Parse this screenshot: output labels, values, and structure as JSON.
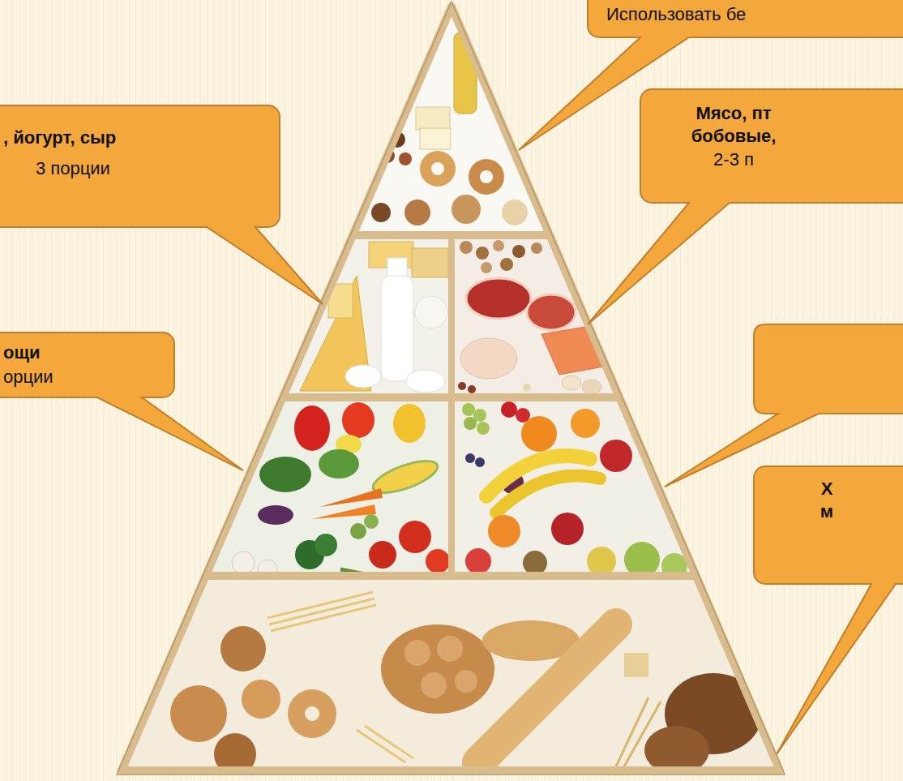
{
  "diagram": {
    "nodes": [
      {
        "text": [
          "Использовать бе"
        ]
      },
      {
        "text": [
          ", йогурт, сыр",
          "3 порции"
        ]
      },
      {
        "text": [
          "Мясо, пт бобовые,",
          "2-3 п"
        ]
      },
      {
        "text": [
          "ощи",
          "орции"
        ]
      },
      {
        "text": [
          "Х м"
        ]
      }
    ]
  }
}
